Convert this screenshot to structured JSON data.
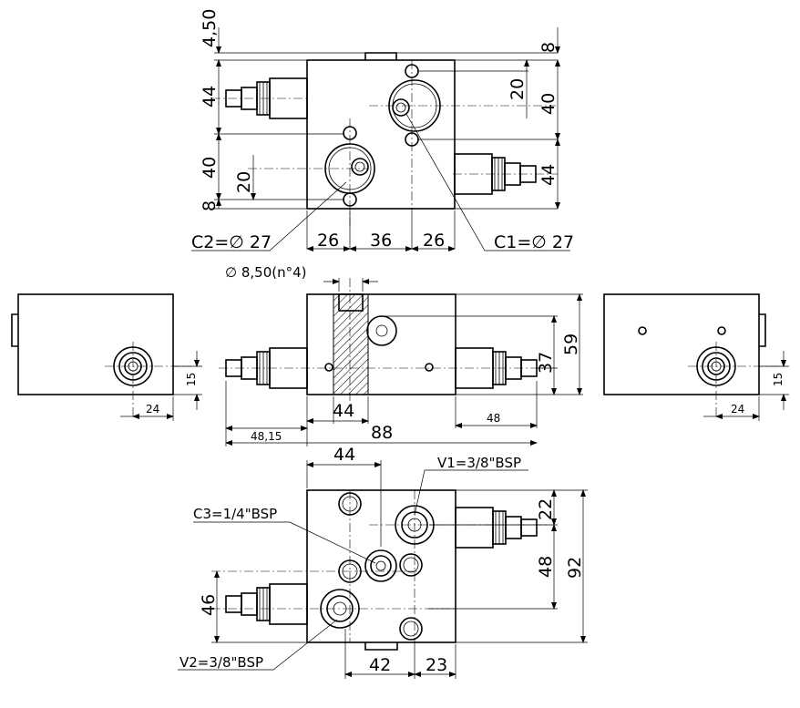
{
  "top_view": {
    "dims": {
      "top_offset": "4,50",
      "left_44": "44",
      "left_40": "40",
      "left_20": "20",
      "left_8": "8",
      "right_8": "8",
      "right_20": "20",
      "right_40": "40",
      "right_44": "44",
      "bottom_26a": "26",
      "bottom_36": "36",
      "bottom_26b": "26"
    },
    "callouts": {
      "c2": "C2=∅ 27",
      "c1": "C1=∅ 27"
    }
  },
  "front_view": {
    "hole_note": "∅ 8,50(n°4)",
    "dims": {
      "width_44": "44",
      "width_88": "88",
      "left_48_15": "48,15",
      "right_48": "48",
      "height_37": "37",
      "height_59": "59"
    }
  },
  "left_side_view": {
    "dims": {
      "height_15": "15",
      "width_24": "24"
    }
  },
  "right_side_view": {
    "dims": {
      "height_15": "15",
      "width_24": "24"
    }
  },
  "bottom_view": {
    "dims": {
      "top_44": "44",
      "right_22": "22",
      "right_48": "48",
      "right_92": "92",
      "left_46": "46",
      "bottom_42": "42",
      "bottom_23": "23"
    },
    "callouts": {
      "v1": "V1=3/8\"BSP",
      "c3": "C3=1/4\"BSP",
      "v2": "V2=3/8\"BSP"
    }
  }
}
